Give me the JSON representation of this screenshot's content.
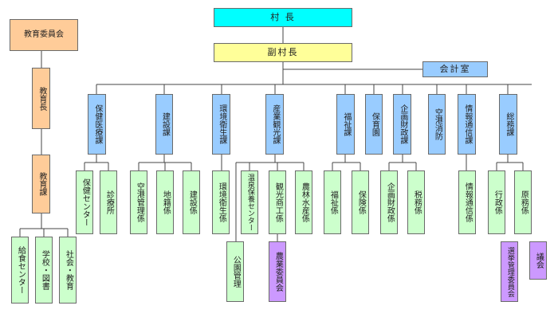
{
  "colors": {
    "top": "#00ffff",
    "vice": "#ffff99",
    "section": "#99ccff",
    "education": "#ffcc99",
    "unit": "#ccffcc",
    "committee": "#cc99ff",
    "line": "#444444"
  },
  "nodes": {
    "sonchou": "村 長",
    "fukusonchou": "副村長",
    "kaikeishitsu": "会計室",
    "kyouiku_iinkai": "教育委員会",
    "kyouikuchou": "教育長",
    "kyouikuka": "教育課",
    "kyuushoku": "給食センター",
    "gakkou": "学校・図書",
    "shakai": "社会・教育",
    "hoken_iryou": "保健医療課",
    "kensetsu": "建設課",
    "kankyou_eisei": "環境衛生課",
    "sangyou_kankou": "産業観光課",
    "fukushi": "福祉課",
    "hoikuen": "保育園",
    "kikaku_zaisei": "企画財政課",
    "kuukou_shoubou": "空港消防",
    "jouhou_tsuushin": "情報通信課",
    "soumu": "総務課",
    "hoken_center": "保健センター",
    "shinryousho": "診療所",
    "kuukou_kanri": "空港管理係",
    "chiseki": "地籍係",
    "kensetsu_kakari": "建設係",
    "kankyou_eisei_kakari": "環境衛生係",
    "onsen": "温泉保養センター",
    "kankou_shoukou": "観光商工係",
    "nourin_suisan": "農林水産係",
    "fukushi_kakari": "福祉係",
    "hoken_kakari": "保険係",
    "kikaku_zaisei_kakari": "企画財政係",
    "zeimu": "税務係",
    "jouhou_kakari": "情報通信係",
    "gyousei": "行政係",
    "genmu": "原務係",
    "kouen_kanri": "公園管理",
    "nougyou_iinkai": "農業委員会",
    "senkyo_iinkai": "選挙管理委員会",
    "gikai": "議会"
  }
}
